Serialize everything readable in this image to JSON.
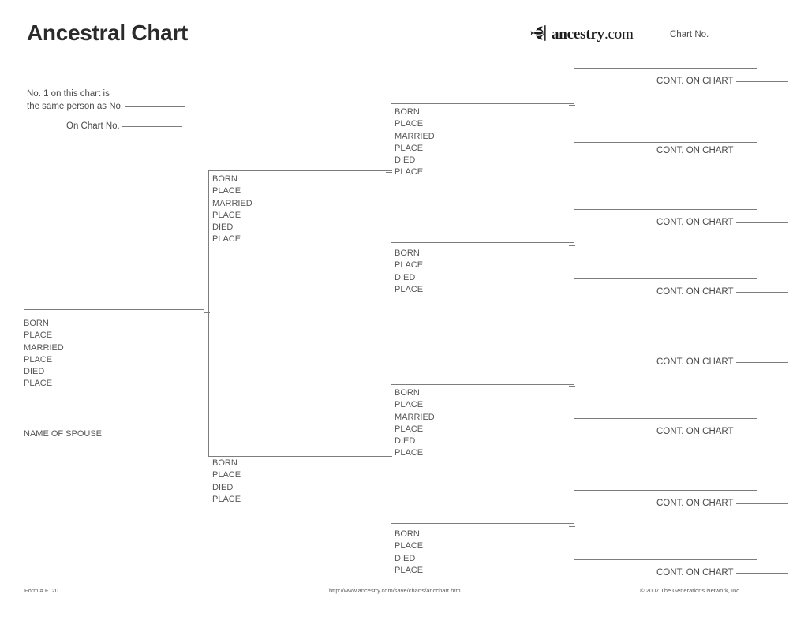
{
  "page": {
    "title": "Ancestral Chart",
    "background": "#ffffff",
    "line_color": "#7d7d7d",
    "text_color": "#4a4a4a"
  },
  "header": {
    "title": "Ancestral Chart",
    "same_person_line1": "No. 1 on this chart is",
    "same_person_line2": "the same person as No.",
    "on_chart_no_label": "On Chart No.",
    "chart_no_label": "Chart No."
  },
  "logo": {
    "icon": "ancestry-leaf-icon",
    "wordmark": "ancestry",
    "tld": ".com"
  },
  "labels": {
    "born": "BORN",
    "place": "PLACE",
    "married": "MARRIED",
    "died": "DIED",
    "name_of_spouse": "NAME OF SPOUSE",
    "cont_on_chart": "CONT. ON CHART"
  },
  "generation1": {
    "person": {
      "name_line": "",
      "fields": [
        "BORN",
        "PLACE",
        "MARRIED",
        "PLACE",
        "DIED",
        "PLACE"
      ],
      "spouse_label": "NAME OF SPOUSE"
    }
  },
  "generation2": {
    "father": {
      "fields": [
        "BORN",
        "PLACE",
        "MARRIED",
        "PLACE",
        "DIED",
        "PLACE"
      ]
    },
    "mother": {
      "fields": [
        "BORN",
        "PLACE",
        "DIED",
        "PLACE"
      ]
    }
  },
  "generation3": {
    "paternal_grandfather": {
      "fields": [
        "BORN",
        "PLACE",
        "MARRIED",
        "PLACE",
        "DIED",
        "PLACE"
      ]
    },
    "paternal_grandmother": {
      "fields": [
        "BORN",
        "PLACE",
        "DIED",
        "PLACE"
      ]
    },
    "maternal_grandfather": {
      "fields": [
        "BORN",
        "PLACE",
        "MARRIED",
        "PLACE",
        "DIED",
        "PLACE"
      ]
    },
    "maternal_grandmother": {
      "fields": [
        "BORN",
        "PLACE",
        "DIED",
        "PLACE"
      ]
    }
  },
  "generation4": {
    "continuations": [
      {
        "label": "CONT. ON CHART"
      },
      {
        "label": "CONT. ON CHART"
      },
      {
        "label": "CONT. ON CHART"
      },
      {
        "label": "CONT. ON CHART"
      },
      {
        "label": "CONT. ON CHART"
      },
      {
        "label": "CONT. ON CHART"
      },
      {
        "label": "CONT. ON CHART"
      },
      {
        "label": "CONT. ON CHART"
      }
    ]
  },
  "footer": {
    "form_number": "Form # F120",
    "url": "http://www.ancestry.com/save/charts/ancchart.htm",
    "copyright": "© 2007 The Generations Network, Inc."
  }
}
